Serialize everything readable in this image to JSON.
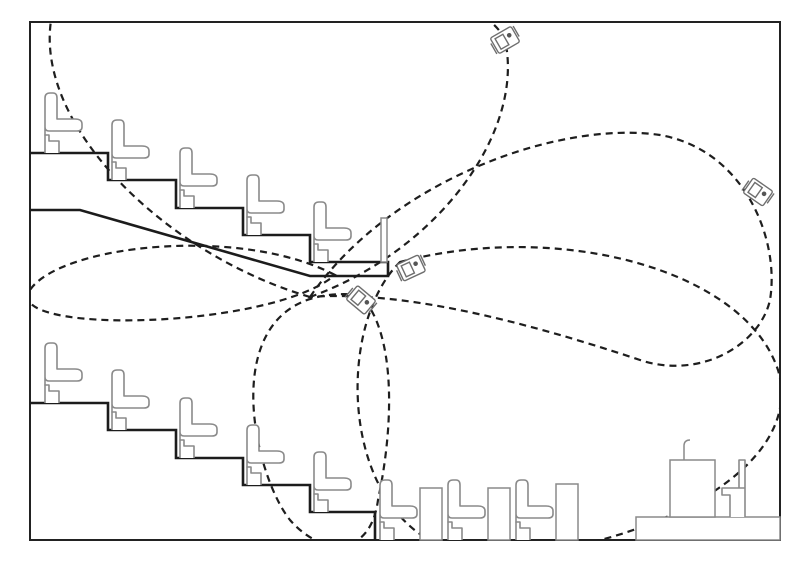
{
  "diagram": {
    "elements": {
      "upper_tier": "upper-seating-tier",
      "lower_tier": "lower-seating-tier",
      "balcony_speaker": "balcony-underside-speaker",
      "wall_speaker": "wall-speaker",
      "stage": "stage-platform",
      "podium": "lectern"
    },
    "icons": [
      "seat-icon",
      "speaker-icon",
      "lectern-icon",
      "light-pole-icon"
    ],
    "colors": {
      "line": "#1c1c1c",
      "seat_outline": "#8a8a8a",
      "background": "#ffffff"
    }
  }
}
